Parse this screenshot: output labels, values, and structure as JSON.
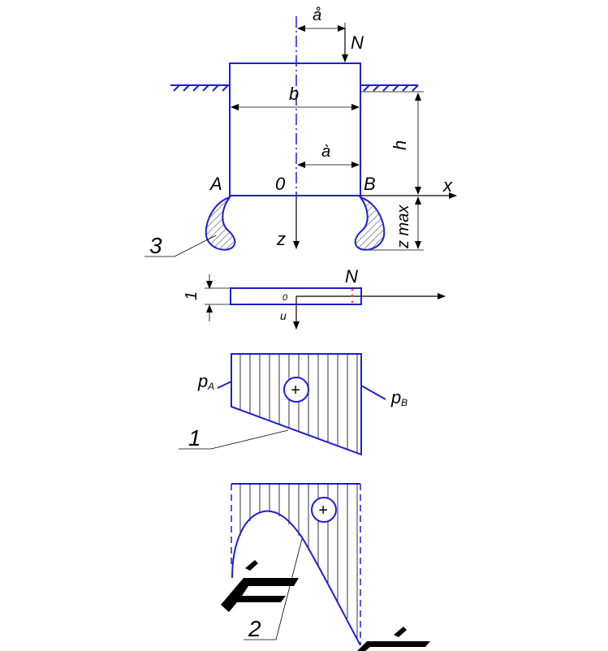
{
  "labels": {
    "e_top": "å",
    "N_top": "N",
    "b": "b",
    "h": "h",
    "e_mid": "à",
    "A": "A",
    "zero": "0",
    "B": "B",
    "x": "x",
    "z_max": "z max",
    "z": "z",
    "three": "3",
    "one_side": "1",
    "N_bar": "N",
    "zero_bar": "0",
    "u": "u",
    "pA": "p",
    "pA_sub": "A",
    "plus1": "+",
    "pB": "p",
    "pB_sub": "B",
    "one": "1",
    "plus2": "+",
    "two": "2"
  },
  "colors": {
    "outline": "#1f1fd0",
    "annotation": "#000000",
    "marker": "#ff4040"
  }
}
